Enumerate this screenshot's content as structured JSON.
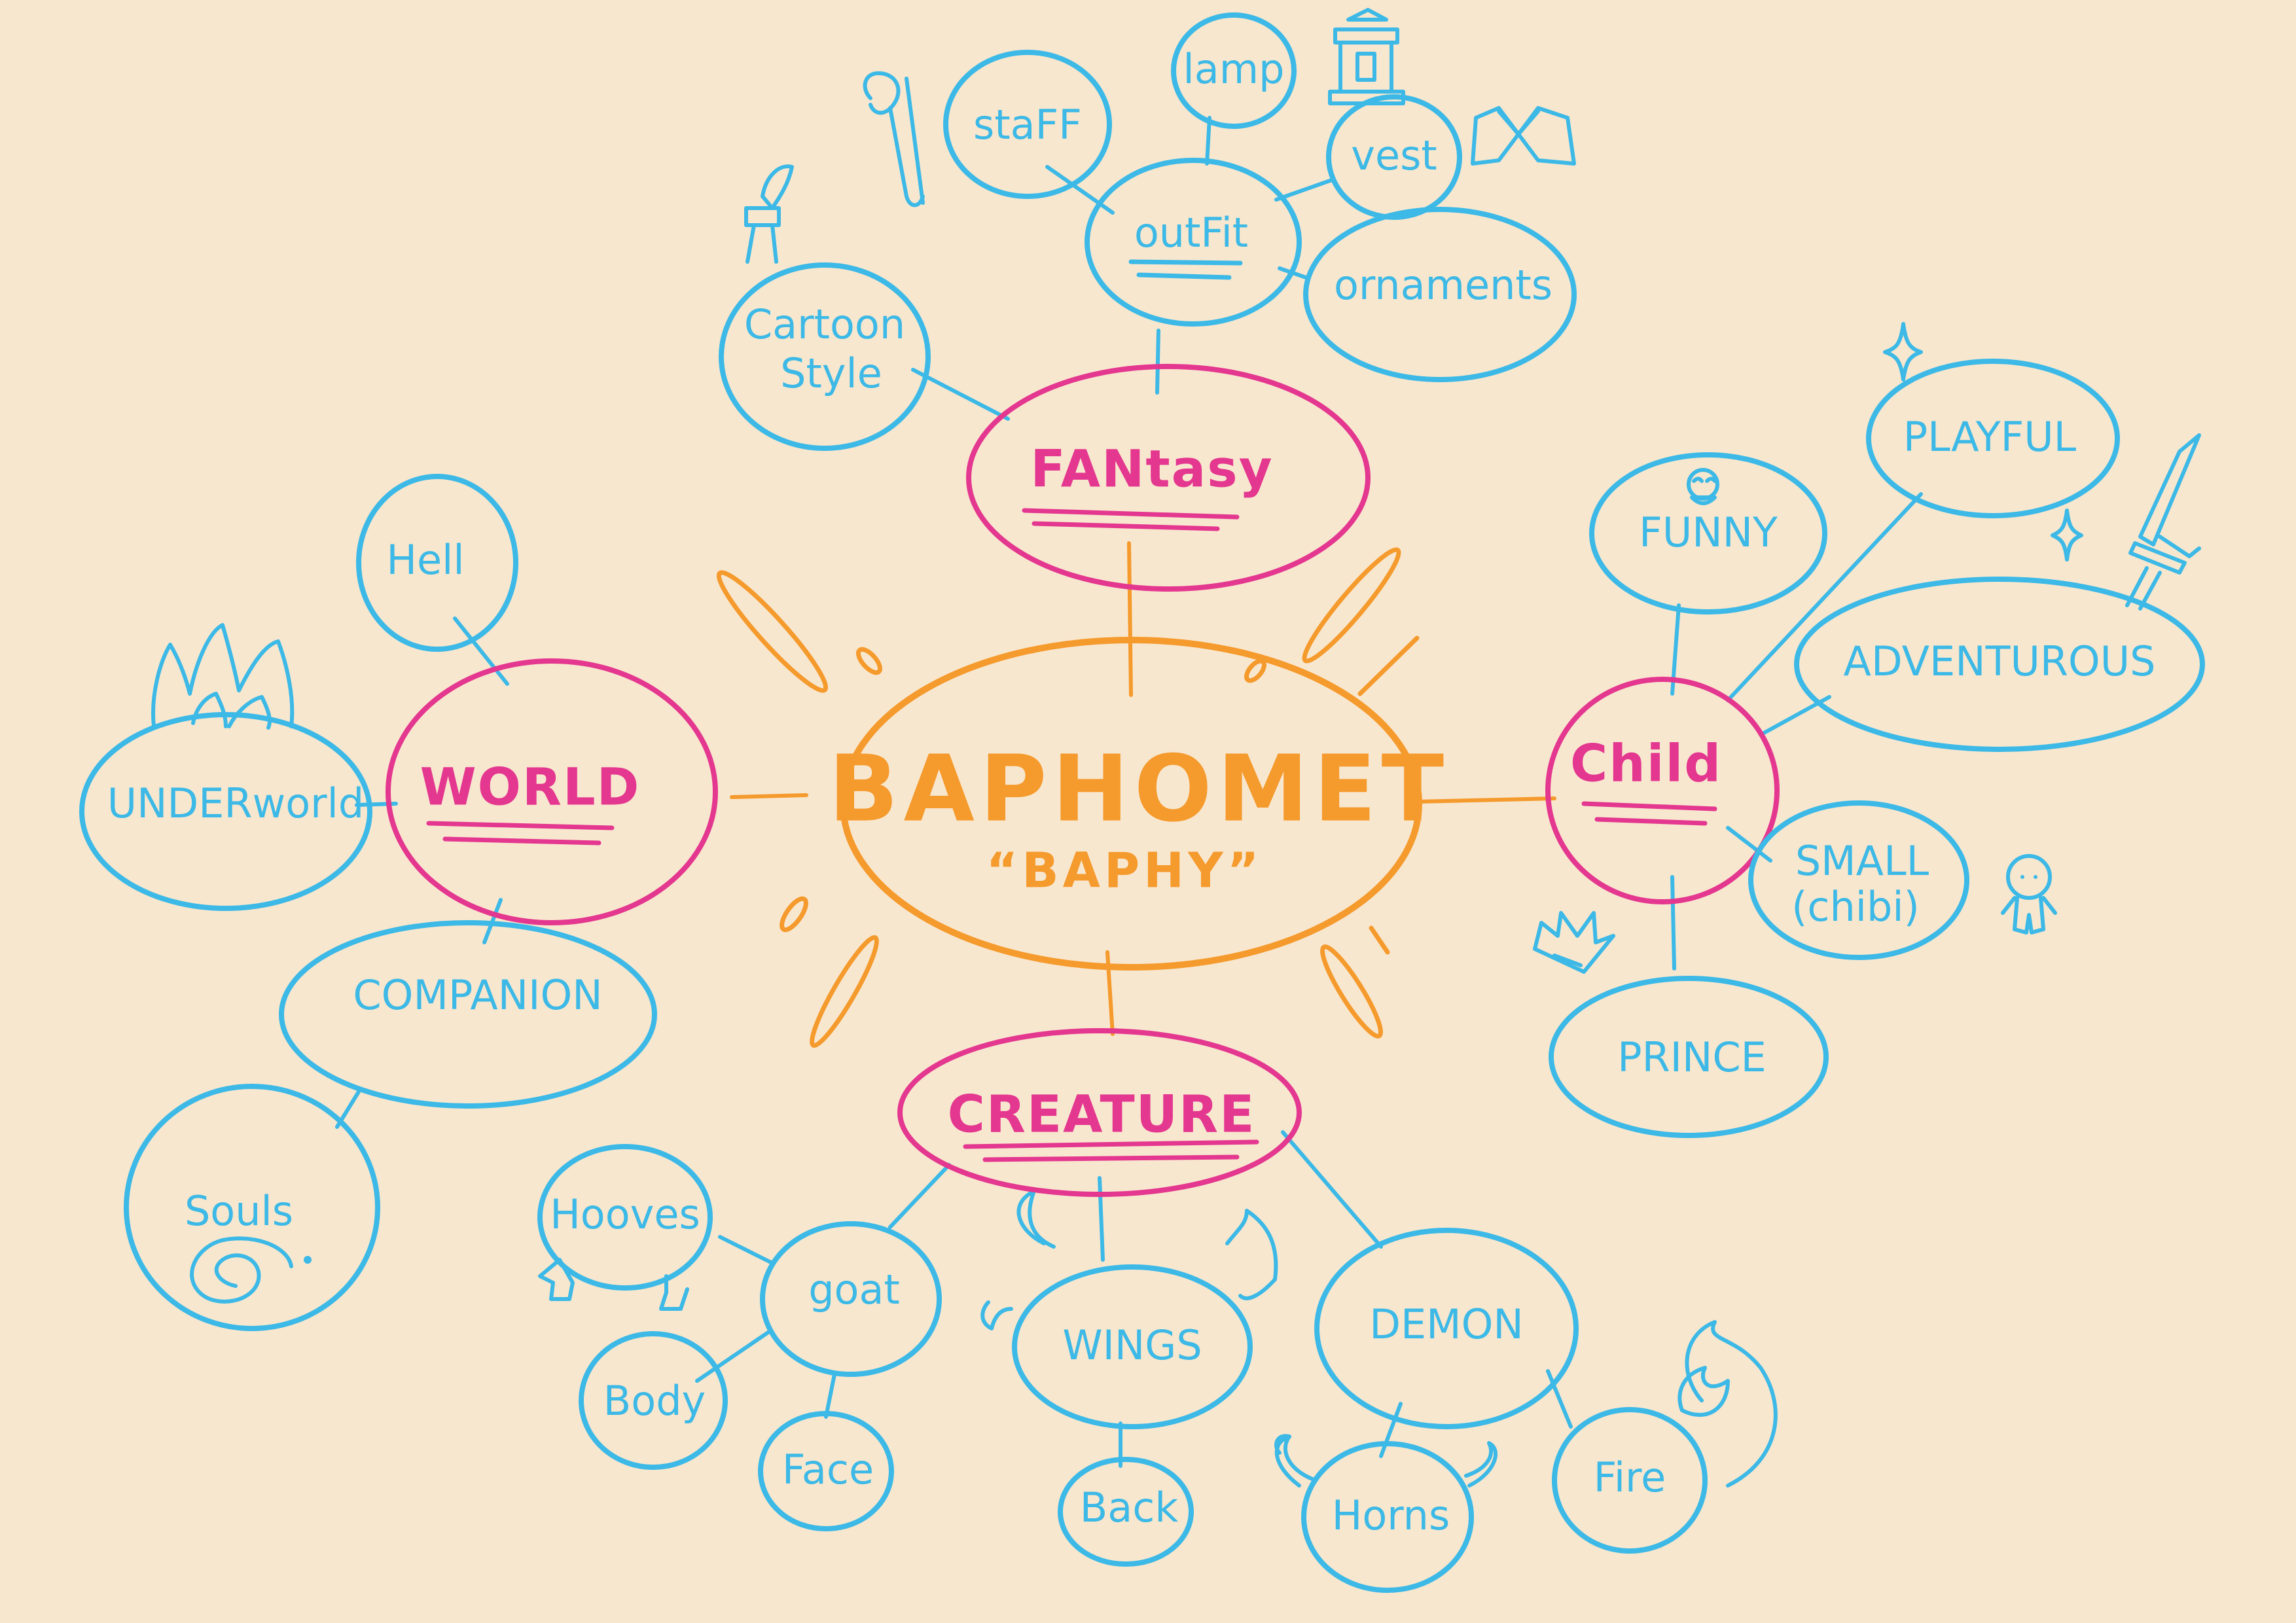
{
  "colors": {
    "background": "#f8e7cf",
    "center": "#f59a2c",
    "category": "#e4378f",
    "leaf": "#3cb9e6"
  },
  "center": {
    "title": "BAPHOMET",
    "subtitle": "“BAPHY”"
  },
  "categories": {
    "fantasy": "FANtasy",
    "world": "WORLD",
    "child": "Child",
    "creature": "CREATURE"
  },
  "leaves": {
    "outfit": "outFit",
    "staff": "staFF",
    "lamp": "lamp",
    "vest": "vest",
    "ornaments": "ornaments",
    "cartoon_style_1": "Cartoon",
    "cartoon_style_2": "Style",
    "hell": "Hell",
    "underworld": "UNDERworld",
    "companion": "COMPANION",
    "souls": "Souls",
    "funny": "FUNNY",
    "playful": "PLAYFUL",
    "adventurous": "ADVENTUROUS",
    "small_1": "SMALL",
    "small_2": "(chibi)",
    "prince": "PRINCE",
    "goat": "goat",
    "hooves": "Hooves",
    "body": "Body",
    "face": "Face",
    "wings": "WINGS",
    "back": "Back",
    "demon": "DEMON",
    "horns": "Horns",
    "fire": "Fire"
  },
  "icons": [
    "staff-sketch-icon",
    "lantern-sketch-icon",
    "vest-sketch-icon",
    "brush-sketch-icon",
    "flames-sketch-icon",
    "soul-swirl-icon",
    "smiley-face-icon",
    "sparkle-icon",
    "sword-sketch-icon",
    "chibi-figure-icon",
    "crown-sketch-icon",
    "hoof-sketch-icon",
    "wing-sketch-icon",
    "horn-sketch-icon",
    "fire-sketch-icon"
  ]
}
